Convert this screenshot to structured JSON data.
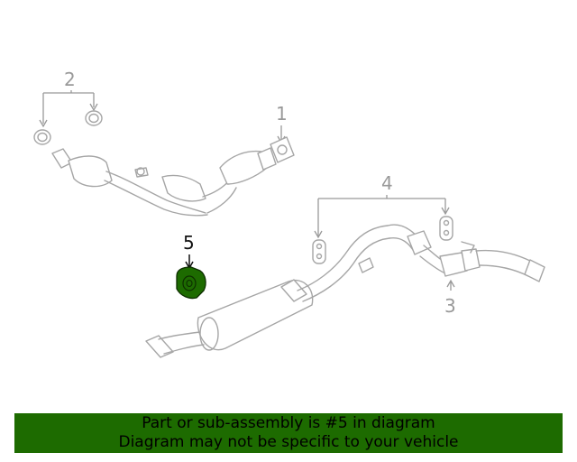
{
  "diagram": {
    "callouts": {
      "c1": "1",
      "c2": "2",
      "c3": "3",
      "c4": "4",
      "c5": "5"
    },
    "highlight_callout": "5",
    "highlight_color": "#1d6b00"
  },
  "banner": {
    "line1": "Part or sub-assembly is #5 in diagram",
    "line2": "Diagram may not be specific to your vehicle",
    "background": "#1d6b00"
  }
}
